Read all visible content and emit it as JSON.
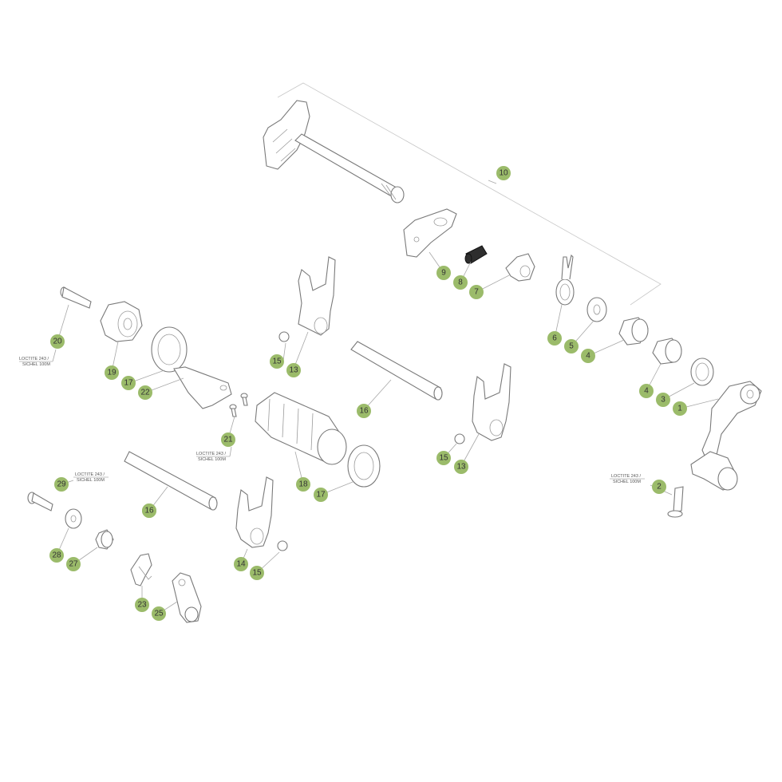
{
  "callouts": [
    "10",
    "9",
    "8",
    "7",
    "6",
    "5",
    "4",
    "4",
    "3",
    "1",
    "2",
    "20",
    "19",
    "17",
    "22",
    "15",
    "13",
    "16",
    "21",
    "18",
    "17",
    "16",
    "15",
    "13",
    "29",
    "16",
    "28",
    "27",
    "14",
    "15",
    "23",
    "25"
  ],
  "notes": {
    "loctite_a": {
      "line1": "LOCTITE 243 /",
      "line2": "SICHEL 100M"
    },
    "loctite_b": {
      "line1": "LOCTITE 243 /",
      "line2": "SICHEL 100M"
    },
    "loctite_c": {
      "line1": "LOCTITE 243 /",
      "line2": "SICHEL 100M"
    },
    "loctite_d": {
      "line1": "LOCTITE 243 /",
      "line2": "SICHEL 100M"
    }
  },
  "colors": {
    "callout_fill": "#9bbb6a",
    "line": "#7a7a7a",
    "background": "#ffffff"
  }
}
